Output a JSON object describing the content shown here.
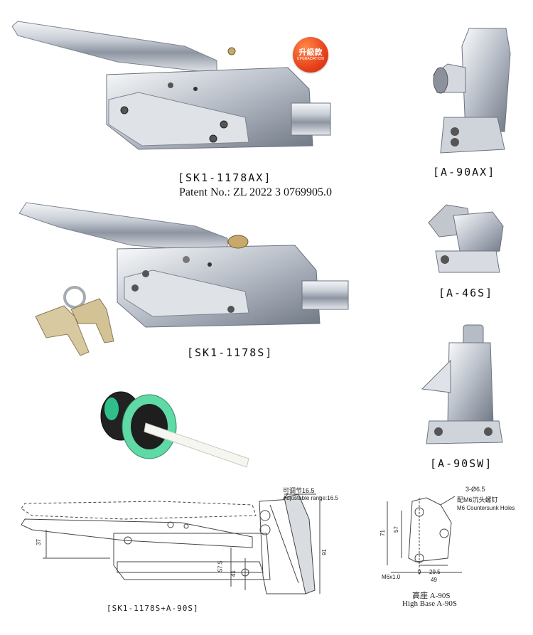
{
  "products": {
    "sk1_1178ax": {
      "label": "[SK1-1178AX]",
      "patent": "Patent No.: ZL 2022 3 0769905.0"
    },
    "a_90ax": {
      "label": "[A-90AX]"
    },
    "sk1_1178s": {
      "label": "[SK1-1178S]"
    },
    "a_46s": {
      "label": "[A-46S]"
    },
    "a_90sw": {
      "label": "[A-90SW]"
    }
  },
  "badge": {
    "zh": "升級款",
    "en": "UPGRADATION"
  },
  "drawing_left": {
    "caption": "[SK1-1178S+A-90S]",
    "adjust_zh": "可调节16.5",
    "adjust_en": "Adjustable range:16.5",
    "dims": [
      "37",
      "57.5",
      "41",
      "91"
    ]
  },
  "drawing_right": {
    "holes": "3-Ø6.5",
    "screw_zh": "配M6沉头螺钉",
    "screw_en": "M6 Countersunk Holes",
    "dims": [
      "71",
      "57",
      "M6x1.0",
      "9",
      "29.5",
      "49"
    ],
    "caption_zh": "高座 A-90S",
    "caption_en": "High Base A-90S"
  }
}
